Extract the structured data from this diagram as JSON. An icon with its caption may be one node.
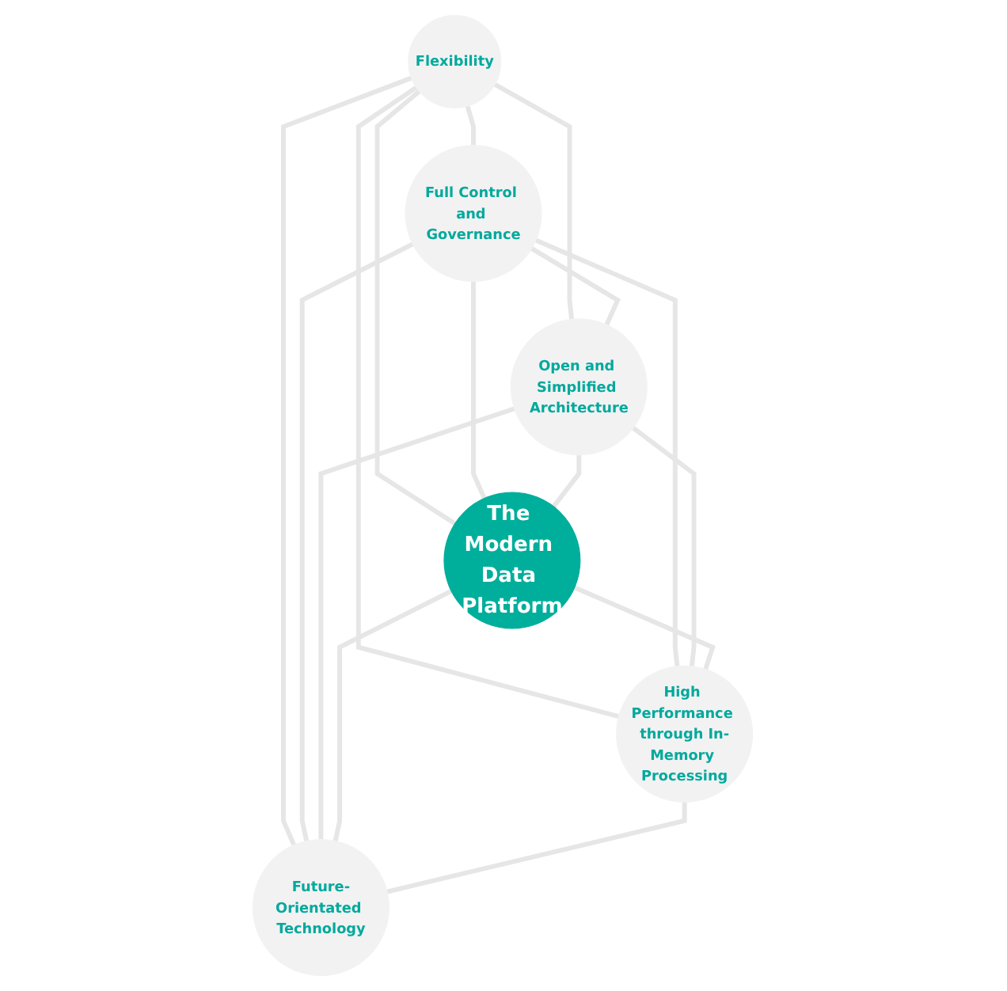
{
  "diagram": {
    "nodes": [
      {
        "text": [
          "Flexibility"
        ]
      },
      {
        "text": [
          "Full Control and Governance"
        ]
      },
      {
        "text": [
          "Open and Simplified Architecture"
        ]
      },
      {
        "text": [
          "The Modern Data Platform"
        ]
      },
      {
        "text": [
          "High Performance through In-Memory Processing"
        ]
      },
      {
        "text": [
          "Future-Orientated Technology"
        ]
      }
    ],
    "edges": [
      {
        "from": 0,
        "to": 1,
        "arrow": "none"
      },
      {
        "from": 0,
        "to": 2,
        "arrow": "none"
      },
      {
        "from": 0,
        "to": 3,
        "arrow": "none"
      },
      {
        "from": 0,
        "to": 4,
        "arrow": "none"
      },
      {
        "from": 0,
        "to": 5,
        "arrow": "none"
      },
      {
        "from": 1,
        "to": 2,
        "arrow": "none"
      },
      {
        "from": 1,
        "to": 3,
        "arrow": "none"
      },
      {
        "from": 1,
        "to": 4,
        "arrow": "none"
      },
      {
        "from": 1,
        "to": 5,
        "arrow": "none"
      },
      {
        "from": 2,
        "to": 3,
        "arrow": "none"
      },
      {
        "from": 2,
        "to": 4,
        "arrow": "none"
      },
      {
        "from": 2,
        "to": 5,
        "arrow": "none"
      },
      {
        "from": 3,
        "to": 4,
        "arrow": "none"
      },
      {
        "from": 3,
        "to": 5,
        "arrow": "none"
      },
      {
        "from": 4,
        "to": 5,
        "arrow": "none"
      }
    ]
  }
}
